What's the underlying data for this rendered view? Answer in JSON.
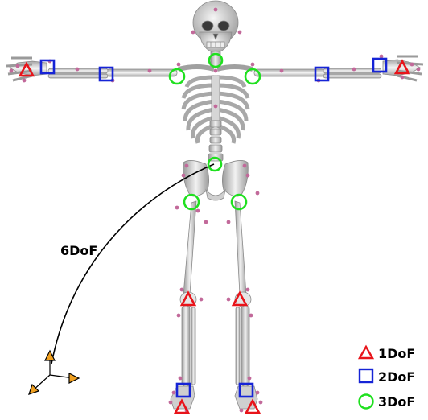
{
  "figure": {
    "free_joint_label": "6DoF",
    "legend": [
      {
        "symbol": "triangle",
        "color": "#e8141a",
        "label": "1DoF"
      },
      {
        "symbol": "square",
        "color": "#1624d6",
        "label": "2DoF"
      },
      {
        "symbol": "circle",
        "color": "#1fe01f",
        "label": "3DoF"
      }
    ],
    "joints": [
      {
        "name": "neck",
        "dof": "3DoF"
      },
      {
        "name": "right-shoulder",
        "dof": "3DoF"
      },
      {
        "name": "left-shoulder",
        "dof": "3DoF"
      },
      {
        "name": "lumbar",
        "dof": "3DoF"
      },
      {
        "name": "right-hip",
        "dof": "3DoF"
      },
      {
        "name": "left-hip",
        "dof": "3DoF"
      },
      {
        "name": "right-elbow",
        "dof": "2DoF"
      },
      {
        "name": "left-elbow",
        "dof": "2DoF"
      },
      {
        "name": "right-wrist",
        "dof": "2DoF"
      },
      {
        "name": "left-wrist",
        "dof": "2DoF"
      },
      {
        "name": "right-ankle",
        "dof": "2DoF"
      },
      {
        "name": "left-ankle",
        "dof": "2DoF"
      },
      {
        "name": "right-fingers",
        "dof": "1DoF"
      },
      {
        "name": "left-fingers",
        "dof": "1DoF"
      },
      {
        "name": "right-knee",
        "dof": "1DoF"
      },
      {
        "name": "left-knee",
        "dof": "1DoF"
      },
      {
        "name": "right-toes",
        "dof": "1DoF"
      },
      {
        "name": "left-toes",
        "dof": "1DoF"
      }
    ],
    "colors": {
      "bone": "#d9d9d9",
      "bone_edge": "#8a8a8a",
      "marker": "#c2699a",
      "frame": "#f0a020",
      "arc": "#000000"
    }
  }
}
